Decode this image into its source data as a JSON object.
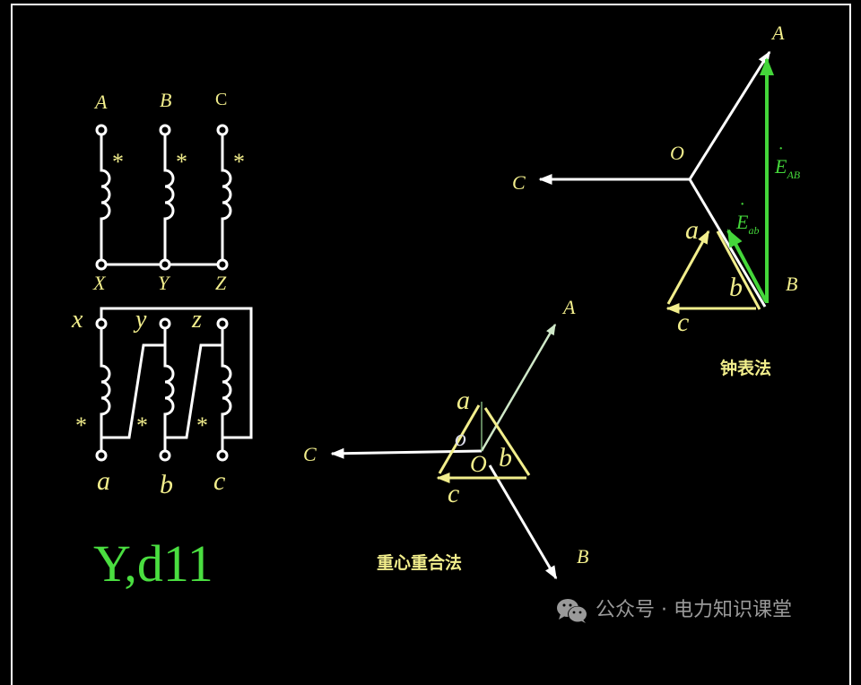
{
  "diagram": {
    "title": "Y,d11",
    "colors": {
      "background": "#000000",
      "label": "#f2ee8c",
      "wire": "#ffffff",
      "green_vector": "#44d63a",
      "title": "#4ade40",
      "watermark": "#9a9a9a"
    },
    "primary_winding": {
      "top_terminals": [
        "A",
        "B",
        "C"
      ],
      "bottom_terminals": [
        "X",
        "Y",
        "Z"
      ],
      "polarity_mark": "*",
      "connection": "Y (star)"
    },
    "secondary_winding": {
      "top_terminals": [
        "x",
        "y",
        "z"
      ],
      "bottom_terminals": [
        "a",
        "b",
        "c"
      ],
      "polarity_mark": "*",
      "connection": "d (delta)"
    },
    "clock_method": {
      "title": "钟表法",
      "labels": {
        "A": "A",
        "B": "B",
        "C": "C",
        "O": "O",
        "a": "a",
        "b": "b",
        "c": "c"
      },
      "E_AB": {
        "symbol": "E",
        "subscript": "AB"
      },
      "E_ab": {
        "symbol": "E",
        "subscript": "ab"
      }
    },
    "centroid_method": {
      "title": "重心重合法",
      "labels": {
        "A": "A",
        "B": "B",
        "C": "C",
        "O_primary": "O",
        "o_secondary": "o",
        "a": "a",
        "b": "b",
        "c": "c"
      }
    }
  },
  "watermark": {
    "icon": "wechat-icon",
    "text": "公众号 · 电力知识课堂"
  }
}
